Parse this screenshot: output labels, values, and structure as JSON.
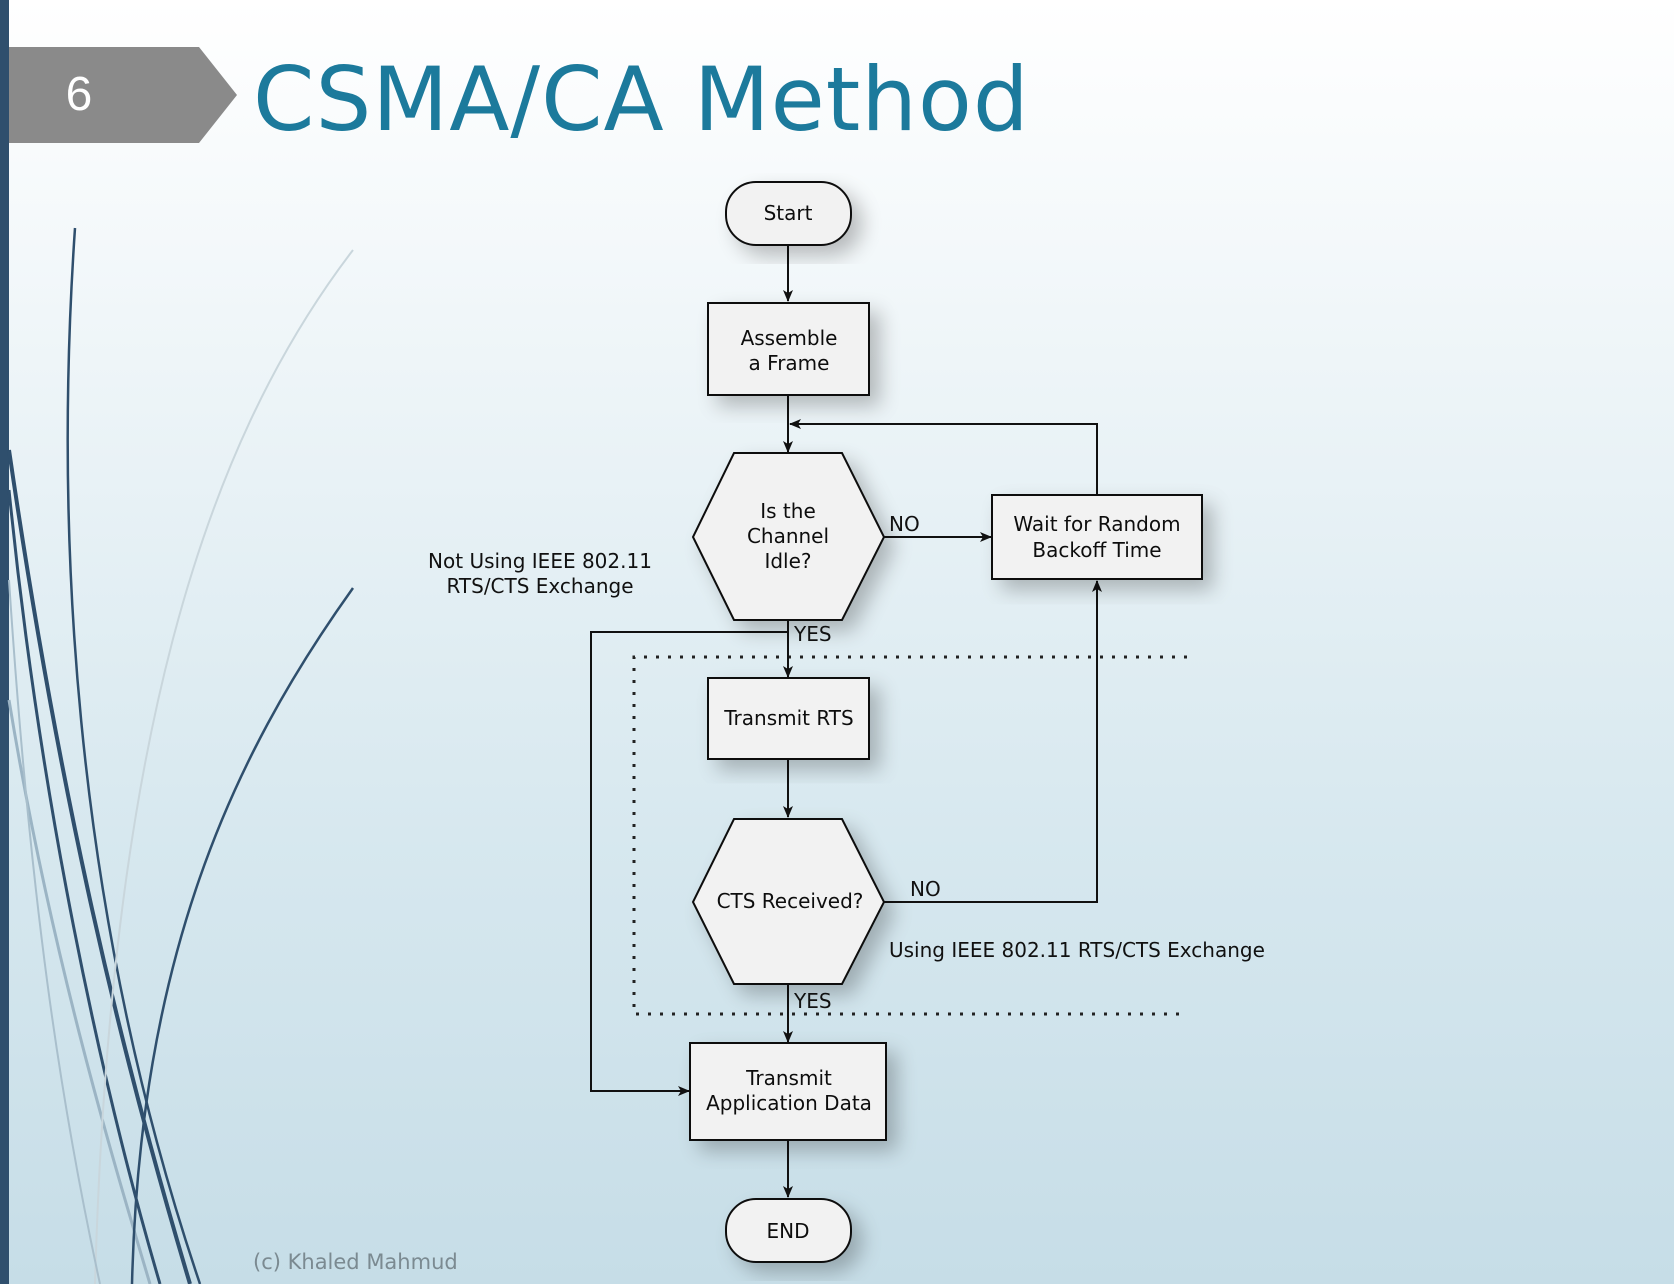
{
  "slide": {
    "number": "6",
    "title": "CSMA/CA Method",
    "footer": "(c) Khaled Mahmud"
  },
  "flowchart": {
    "start": "Start",
    "assemble": [
      "Assemble",
      "a Frame"
    ],
    "channel_idle": [
      "Is the",
      "Channel",
      "Idle?"
    ],
    "wait": [
      "Wait for Random",
      "Backoff Time"
    ],
    "transmit_rts": "Transmit RTS",
    "cts_received": "CTS Received?",
    "transmit_data": [
      "Transmit",
      "Application Data"
    ],
    "end": "END",
    "no_label_1": "NO",
    "yes_label_1": "YES",
    "no_label_2": "NO",
    "yes_label_2": "YES",
    "not_using_note": [
      "Not Using IEEE 802.11",
      "RTS/CTS Exchange"
    ],
    "using_note": "Using IEEE 802.11 RTS/CTS Exchange"
  },
  "colors": {
    "title": "#1c7a9c",
    "left_bar": "#2f4f6d",
    "number_tab": "#8a8a8a",
    "decor_line": "#2f4f6d"
  }
}
